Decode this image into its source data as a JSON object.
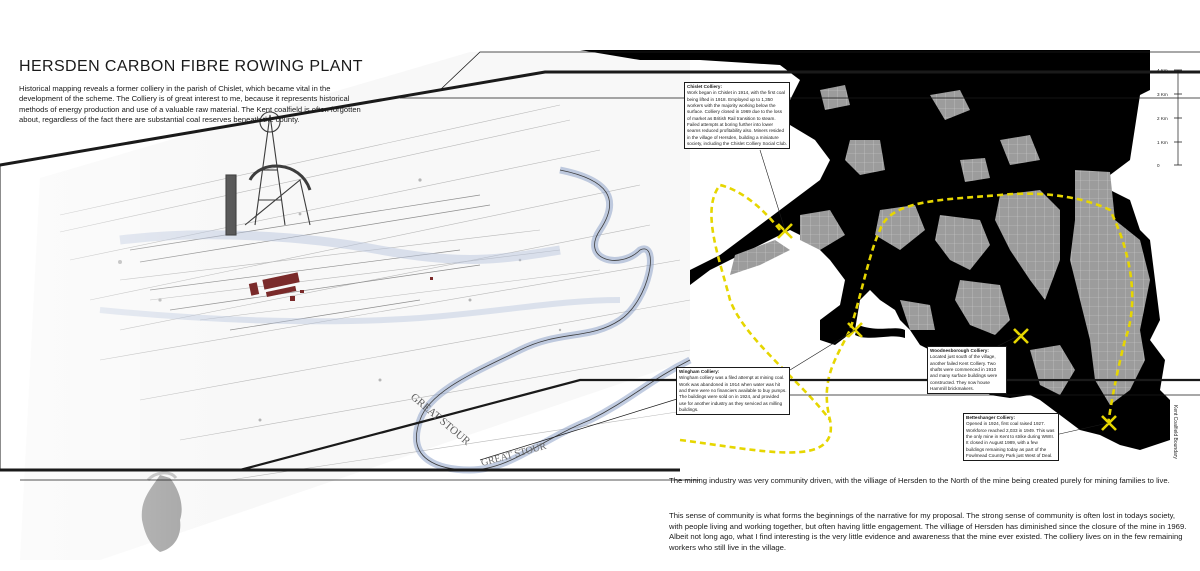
{
  "title": "HERSDEN CARBON FIBRE ROWING PLANT",
  "intro": "Historical mapping reveals a former colliery in the parish of Chislet, which became vital in the development of the scheme.  The Colliery is of great interest to me, because it represents historical methods of energy production and use of a valuable raw material.  The Kent coalfield is often forgotten about, regardless of the fact there are substantial coal reserves beneath the county.",
  "callouts": {
    "chislet": {
      "title": "Chislet Colliery:",
      "text": "Work began in Chislet in 1914, with the first coal being lifted in 1918.  Employed up to 1,350 workers with the majority working below the surface.  Colliery closed in 1969 due to the loss of market as British Rail transition to steam.  Failed attempts at boring further into lower seams reduced profitability also.  Miners resided in the village of Hersden, building a miniature society, including the Chislet Colliery Social Club."
    },
    "wingham": {
      "title": "Wingham Colliery:",
      "text": "Wingham colliery was a filed attempt at mining coal.  Work was abandoned in 1914 when water was hit and there were no financiers available to buy pumps.  The buildings were sold on in 1924, and provided use for another industry as they serviced as milling buildings."
    },
    "woodnesborough": {
      "title": "Woodnesborough Colliery:",
      "text": "Located just south of the village, another failed Kent Colliery.  Two shafts were commenced in 1910 and many surface buildings were constructed.  They now house Hammill brickmakers."
    },
    "betteshanger": {
      "title": "Betteshanger Colliery:",
      "text": "Opened in 1924, first coal raised 1927.  Workforce reached 2,033 in 1949.  This was the only mine in Kent to strike during WWII.  It closed in August 1989, with a few buildings remaining today as part of the Fowlmead Country Park just West of Deal."
    }
  },
  "scale": {
    "t4": "4 Km",
    "t3": "3 Km",
    "t2": "2 Km",
    "t1": "1 Km",
    "t0": "0"
  },
  "boundary_label": "Kent Coalfield Boundary",
  "map_labels": {
    "great_stour_1": "GREAT  STOUR",
    "great_stour_2": "GREAT  STOUR"
  },
  "paragraph1": "The mining industry was very community driven, with the villiage of Hersden to the North of the mine being created purely for mining families to live.",
  "paragraph2": "This sense of community is what forms the beginnings of the narrative for my proposal.  The strong sense of community is often lost in  todays society, with people living and working together, but often having little engagement.  The villiage of Hersden has diminished since the closure of the mine in 1969.  Albeit not long ago, what I find interesting is the very little evidence and awareness that the mine ever existed.  The colliery lives on in the few remaining workers who still live in the village.",
  "colors": {
    "ink": "#1a1a1a",
    "coal": "#000000",
    "seam": "#9a9a9a",
    "route": "#e6d600",
    "river": "#8ea3c8",
    "colliery": "#7a2a2a"
  }
}
